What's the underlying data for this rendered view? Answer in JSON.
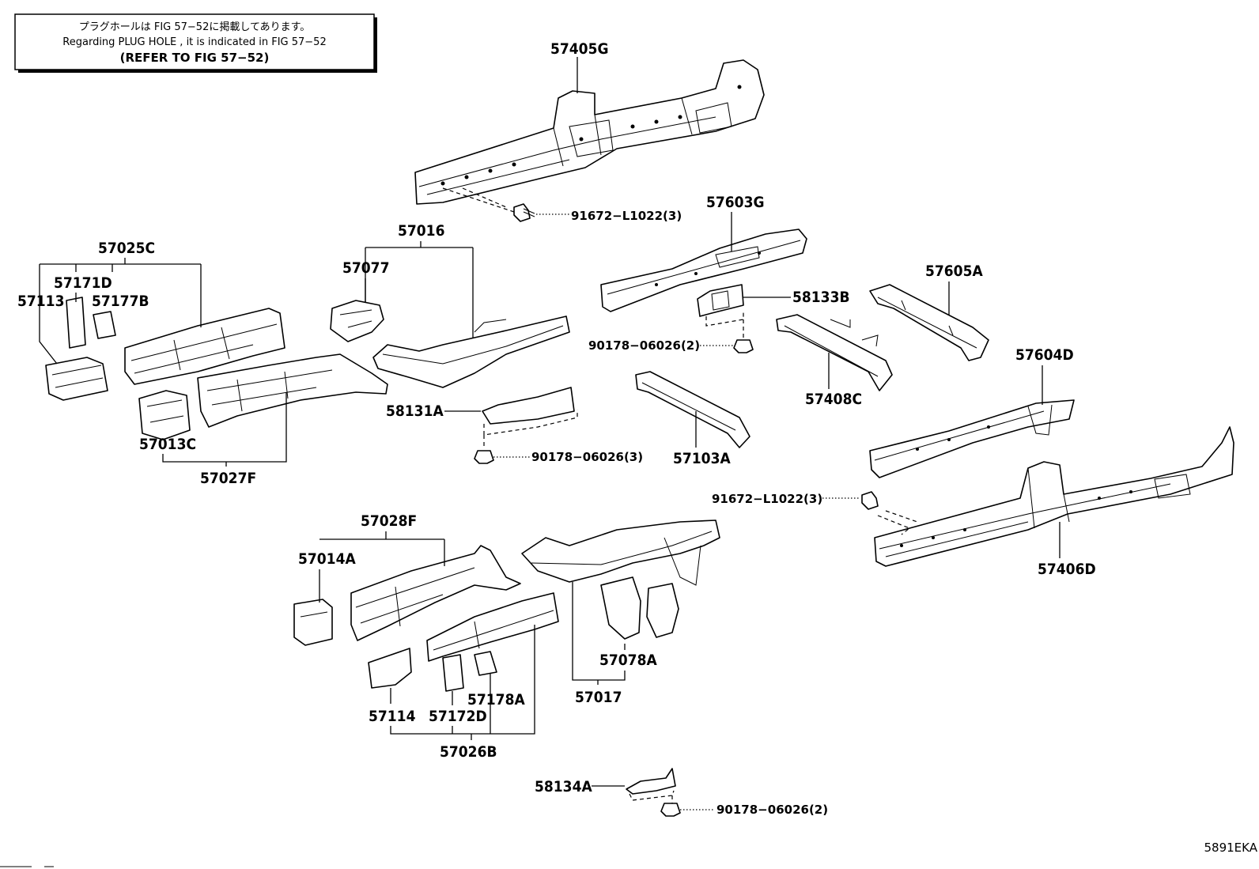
{
  "note": {
    "line1": "プラグホールは FIG  57−52に掲載してあります。",
    "line2": "Regarding  PLUG  HOLE , it is indicated in FIG  57−52",
    "line3": "(REFER  TO  FIG  57−52)"
  },
  "parts": {
    "p57405G": "57405G",
    "p57603G": "57603G",
    "p57016": "57016",
    "p57025C": "57025C",
    "p57171D": "57171D",
    "p57077": "57077",
    "p57113": "57113",
    "p57177B": "57177B",
    "p58133B": "58133B",
    "p57605A": "57605A",
    "p57604D": "57604D",
    "p57408C": "57408C",
    "p58131A": "58131A",
    "p57013C": "57013C",
    "p57103A": "57103A",
    "p57027F": "57027F",
    "p57028F": "57028F",
    "p57014A": "57014A",
    "p57406D": "57406D",
    "p57078A": "57078A",
    "p57178A": "57178A",
    "p57017": "57017",
    "p57114": "57114",
    "p57172D": "57172D",
    "p57026B": "57026B",
    "p58134A": "58134A"
  },
  "fasteners": {
    "bolt_top": "91672−L1022(3)",
    "bolt_right": "91672−L1022(3)",
    "plug_58133B": "90178−06026(2)",
    "plug_58131A": "90178−06026(3)",
    "plug_58134A": "90178−06026(2)"
  },
  "catalog_code": "5891EKA"
}
